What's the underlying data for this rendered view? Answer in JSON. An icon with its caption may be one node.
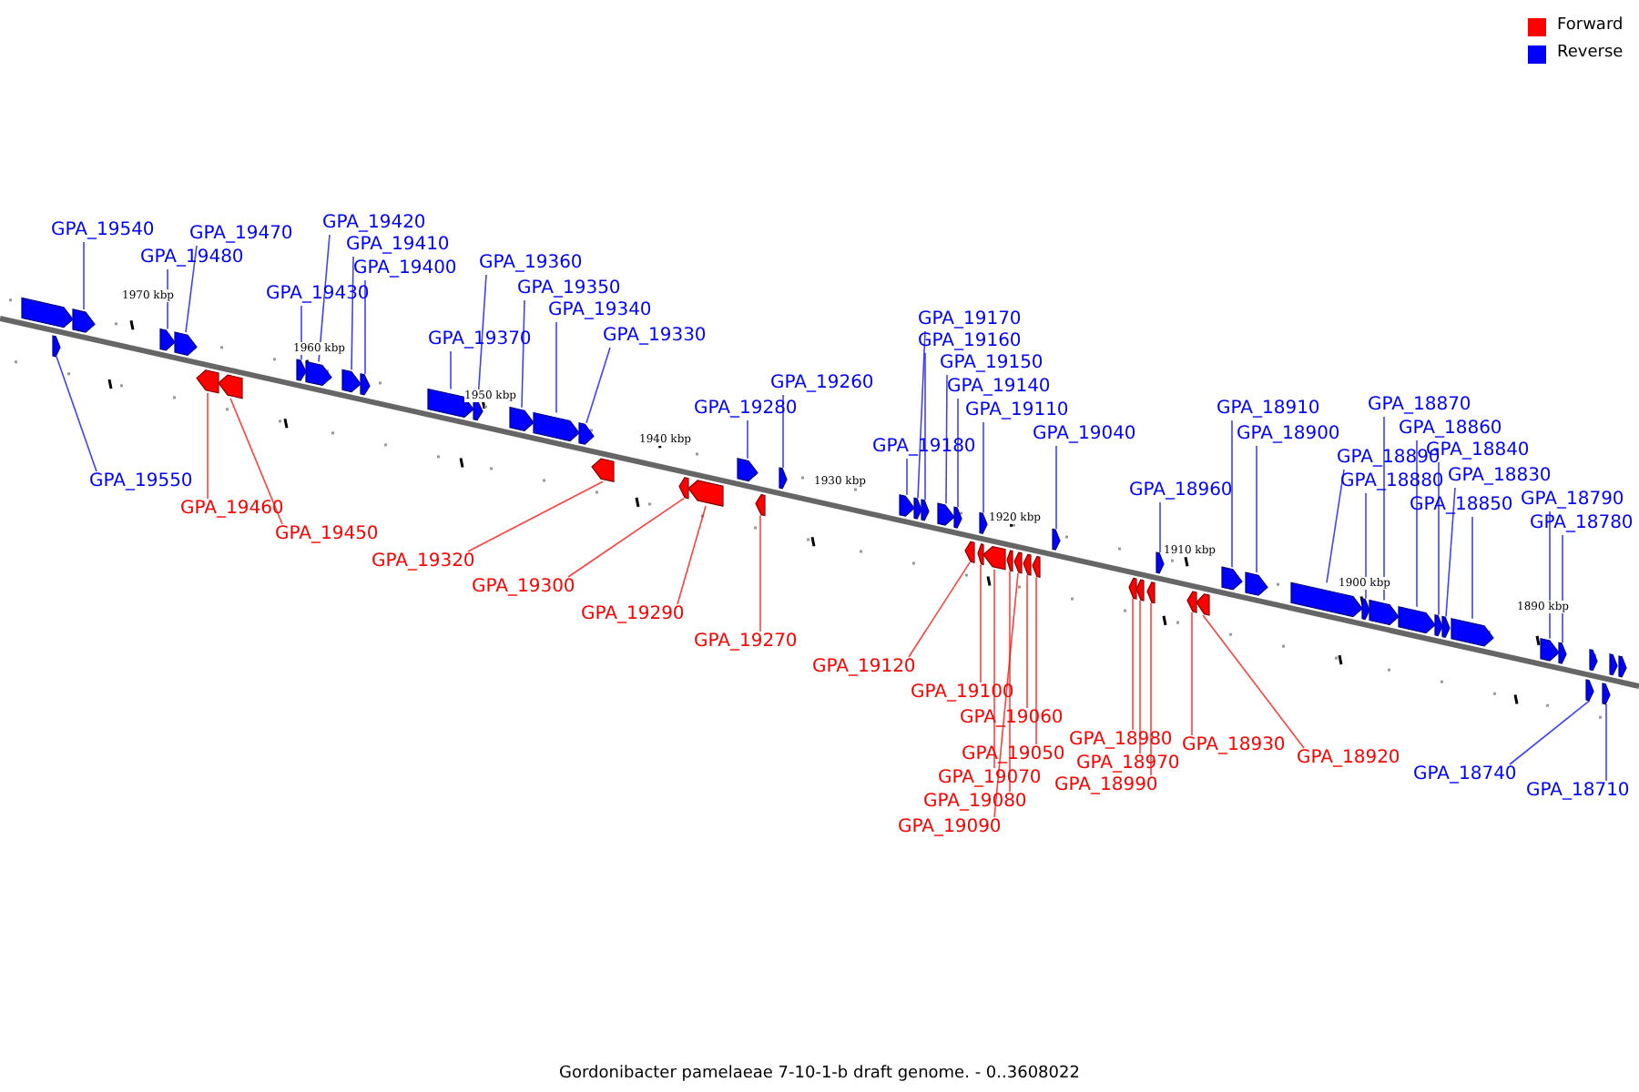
{
  "diagram": {
    "caption": "Gordonibacter pamelaeae 7-10-1-b draft genome. - 0..3608022",
    "nodes": [
      {
        "text": [
          "GPA_19540"
        ]
      },
      {
        "text": [
          "GPA_19480"
        ]
      },
      {
        "text": [
          "GPA_19470"
        ]
      },
      {
        "text": [
          "GPA_19420"
        ]
      },
      {
        "text": [
          "GPA_19410"
        ]
      },
      {
        "text": [
          "GPA_19400"
        ]
      },
      {
        "text": [
          "GPA_19430"
        ]
      },
      {
        "text": [
          "GPA_19360"
        ]
      },
      {
        "text": [
          "GPA_19350"
        ]
      },
      {
        "text": [
          "GPA_19340"
        ]
      },
      {
        "text": [
          "GPA_19330"
        ]
      },
      {
        "text": [
          "GPA_19370"
        ]
      },
      {
        "text": [
          "GPA_19550"
        ]
      },
      {
        "text": [
          "GPA_19280"
        ]
      },
      {
        "text": [
          "GPA_19260"
        ]
      },
      {
        "text": [
          "GPA_19170"
        ]
      },
      {
        "text": [
          "GPA_19160"
        ]
      },
      {
        "text": [
          "GPA_19150"
        ]
      },
      {
        "text": [
          "GPA_19140"
        ]
      },
      {
        "text": [
          "GPA_19110"
        ]
      },
      {
        "text": [
          "GPA_19180"
        ]
      },
      {
        "text": [
          "GPA_19040"
        ]
      },
      {
        "text": [
          "GPA_18960"
        ]
      },
      {
        "text": [
          "GPA_18910"
        ]
      },
      {
        "text": [
          "GPA_18900"
        ]
      },
      {
        "text": [
          "GPA_18890"
        ]
      },
      {
        "text": [
          "GPA_18880"
        ]
      },
      {
        "text": [
          "GPA_18870"
        ]
      },
      {
        "text": [
          "GPA_18860"
        ]
      },
      {
        "text": [
          "GPA_18840"
        ]
      },
      {
        "text": [
          "GPA_18830"
        ]
      },
      {
        "text": [
          "GPA_18850"
        ]
      },
      {
        "text": [
          "GPA_18790"
        ]
      },
      {
        "text": [
          "GPA_18780"
        ]
      },
      {
        "text": [
          "GPA_18740"
        ]
      },
      {
        "text": [
          "GPA_18710"
        ]
      },
      {
        "text": [
          "GPA_19460"
        ]
      },
      {
        "text": [
          "GPA_19450"
        ]
      },
      {
        "text": [
          "GPA_19320"
        ]
      },
      {
        "text": [
          "GPA_19300"
        ]
      },
      {
        "text": [
          "GPA_19290"
        ]
      },
      {
        "text": [
          "GPA_19270"
        ]
      },
      {
        "text": [
          "GPA_19120"
        ]
      },
      {
        "text": [
          "GPA_19100"
        ]
      },
      {
        "text": [
          "GPA_19060"
        ]
      },
      {
        "text": [
          "GPA_19050"
        ]
      },
      {
        "text": [
          "GPA_19070"
        ]
      },
      {
        "text": [
          "GPA_19080"
        ]
      },
      {
        "text": [
          "GPA_19090"
        ]
      },
      {
        "text": [
          "GPA_18980"
        ]
      },
      {
        "text": [
          "GPA_18970"
        ]
      },
      {
        "text": [
          "GPA_18990"
        ]
      },
      {
        "text": [
          "GPA_18930"
        ]
      },
      {
        "text": [
          "GPA_18920"
        ]
      },
      {
        "text": [],
        "shape": "pentagon"
      },
      {
        "text": [],
        "shape": "pentagon"
      },
      {
        "text": [],
        "shape": "pentagon"
      },
      {
        "text": [],
        "shape": "pentagon"
      },
      {
        "text": [],
        "shape": "pentagon"
      },
      {
        "text": [],
        "shape": "pentagon"
      },
      {
        "text": [],
        "shape": "pentagon"
      },
      {
        "text": [],
        "shape": "pentagon"
      },
      {
        "text": [],
        "shape": "pentagon"
      },
      {
        "text": [],
        "shape": "pentagon"
      },
      {
        "text": [],
        "shape": "pentagon"
      },
      {
        "text": [],
        "shape": "pentagon"
      },
      {
        "text": [],
        "shape": "pentagon"
      },
      {
        "text": [],
        "shape": "pentagon"
      },
      {
        "text": [],
        "shape": "pentagon"
      },
      {
        "text": [],
        "shape": "pentagon"
      },
      {
        "text": [],
        "shape": "pentagon"
      },
      {
        "text": [],
        "shape": "pentagon"
      },
      {
        "text": [],
        "shape": "pentagon"
      },
      {
        "text": [],
        "shape": "pentagon"
      },
      {
        "text": [],
        "shape": "pentagon"
      },
      {
        "text": [],
        "shape": "pentagon"
      },
      {
        "text": [],
        "shape": "pentagon"
      },
      {
        "text": [],
        "shape": "pentagon"
      },
      {
        "text": [],
        "shape": "pentagon"
      },
      {
        "text": [],
        "shape": "pentagon"
      },
      {
        "text": [],
        "shape": "pentagon"
      },
      {
        "text": [],
        "shape": "pentagon"
      },
      {
        "text": [],
        "shape": "pentagon"
      },
      {
        "text": [],
        "shape": "pentagon"
      },
      {
        "text": [],
        "shape": "pentagon"
      },
      {
        "text": [],
        "shape": "pentagon"
      },
      {
        "text": [],
        "shape": "pentagon"
      },
      {
        "text": [],
        "shape": "pentagon"
      },
      {
        "text": [],
        "shape": "pentagon"
      },
      {
        "text": [],
        "shape": "pentagon"
      },
      {
        "text": [],
        "shape": "pentagon"
      },
      {
        "text": [],
        "shape": "pentagon"
      },
      {
        "text": [],
        "shape": "pentagon"
      },
      {
        "text": [],
        "shape": "pentagon"
      },
      {
        "text": [],
        "shape": "pentagon"
      },
      {
        "text": [],
        "shape": "pentagon"
      },
      {
        "text": [],
        "shape": "pentagon"
      },
      {
        "text": [],
        "shape": "pentagon"
      },
      {
        "text": [],
        "shape": "pentagon"
      },
      {
        "text": [],
        "shape": "pentagon"
      },
      {
        "text": [],
        "shape": "pentagon"
      },
      {
        "text": [],
        "shape": "pentagon"
      },
      {
        "text": [],
        "shape": "pentagon"
      },
      {
        "text": [],
        "shape": "pentagon"
      },
      {
        "text": [],
        "shape": "pentagon"
      },
      {
        "text": [],
        "shape": "pentagon"
      },
      {
        "text": [],
        "shape": "pentagon"
      },
      {
        "text": [],
        "shape": "pentagon"
      },
      {
        "text": [],
        "shape": "pentagon"
      },
      {
        "text": [],
        "shape": "pentagon"
      },
      {
        "text": [],
        "shape": "pentagon"
      },
      {
        "text": [],
        "shape": "pentagon"
      }
    ],
    "edges": [
      {
        "from": 0,
        "to": 55,
        "arrow": "none"
      },
      {
        "from": 1,
        "to": 56,
        "arrow": "none"
      },
      {
        "from": 2,
        "to": 57,
        "arrow": "none"
      },
      {
        "from": 3,
        "to": 61,
        "arrow": "none"
      },
      {
        "from": 4,
        "to": 62,
        "arrow": "none"
      },
      {
        "from": 5,
        "to": 63,
        "arrow": "none"
      },
      {
        "from": 6,
        "to": 60,
        "arrow": "none"
      },
      {
        "from": 7,
        "to": 65,
        "arrow": "none"
      },
      {
        "from": 8,
        "to": 66,
        "arrow": "none"
      },
      {
        "from": 9,
        "to": 67,
        "arrow": "none"
      },
      {
        "from": 10,
        "to": 68,
        "arrow": "none"
      },
      {
        "from": 11,
        "to": 64,
        "arrow": "none"
      },
      {
        "from": 12,
        "to": 54,
        "arrow": "none"
      },
      {
        "from": 13,
        "to": 72,
        "arrow": "none"
      },
      {
        "from": 14,
        "to": 74,
        "arrow": "none"
      },
      {
        "from": 15,
        "to": 76,
        "arrow": "none"
      },
      {
        "from": 16,
        "to": 77,
        "arrow": "none"
      },
      {
        "from": 17,
        "to": 78,
        "arrow": "none"
      },
      {
        "from": 18,
        "to": 79,
        "arrow": "none"
      },
      {
        "from": 19,
        "to": 82,
        "arrow": "none"
      },
      {
        "from": 20,
        "to": 75,
        "arrow": "none"
      },
      {
        "from": 21,
        "to": 88,
        "arrow": "none"
      },
      {
        "from": 22,
        "to": 92,
        "arrow": "none"
      },
      {
        "from": 23,
        "to": 95,
        "arrow": "none"
      },
      {
        "from": 24,
        "to": 96,
        "arrow": "none"
      },
      {
        "from": 25,
        "to": 97,
        "arrow": "none"
      },
      {
        "from": 26,
        "to": 98,
        "arrow": "none"
      },
      {
        "from": 27,
        "to": 99,
        "arrow": "none"
      },
      {
        "from": 28,
        "to": 100,
        "arrow": "none"
      },
      {
        "from": 29,
        "to": 101,
        "arrow": "none"
      },
      {
        "from": 30,
        "to": 102,
        "arrow": "none"
      },
      {
        "from": 31,
        "to": 103,
        "arrow": "none"
      },
      {
        "from": 32,
        "to": 104,
        "arrow": "none"
      },
      {
        "from": 33,
        "to": 105,
        "arrow": "none"
      },
      {
        "from": 34,
        "to": 106,
        "arrow": "none"
      },
      {
        "from": 35,
        "to": 107,
        "arrow": "none"
      },
      {
        "from": 36,
        "to": 58,
        "arrow": "none",
        "color": "#ff0000"
      },
      {
        "from": 37,
        "to": 59,
        "arrow": "none",
        "color": "#ff0000"
      },
      {
        "from": 38,
        "to": 69,
        "arrow": "none",
        "color": "#ff0000"
      },
      {
        "from": 39,
        "to": 70,
        "arrow": "none",
        "color": "#ff0000"
      },
      {
        "from": 40,
        "to": 71,
        "arrow": "none",
        "color": "#ff0000"
      },
      {
        "from": 41,
        "to": 73,
        "arrow": "none",
        "color": "#ff0000"
      },
      {
        "from": 42,
        "to": 80,
        "arrow": "none",
        "color": "#ff0000"
      },
      {
        "from": 43,
        "to": 81,
        "arrow": "none",
        "color": "#ff0000"
      },
      {
        "from": 44,
        "to": 86,
        "arrow": "none",
        "color": "#ff0000"
      },
      {
        "from": 45,
        "to": 87,
        "arrow": "none",
        "color": "#ff0000"
      },
      {
        "from": 46,
        "to": 83,
        "arrow": "none",
        "color": "#ff0000"
      },
      {
        "from": 47,
        "to": 84,
        "arrow": "none",
        "color": "#ff0000"
      },
      {
        "from": 48,
        "to": 85,
        "arrow": "none",
        "color": "#ff0000"
      },
      {
        "from": 49,
        "to": 89,
        "arrow": "none",
        "color": "#ff0000"
      },
      {
        "from": 50,
        "to": 90,
        "arrow": "none",
        "color": "#ff0000"
      },
      {
        "from": 51,
        "to": 91,
        "arrow": "none",
        "color": "#ff0000"
      },
      {
        "from": 52,
        "to": 93,
        "arrow": "none",
        "color": "#ff0000"
      },
      {
        "from": 53,
        "to": 94,
        "arrow": "none",
        "color": "#ff0000"
      }
    ],
    "labels": [
      "1970 kbp",
      "1960 kbp",
      "1950 kbp",
      "1940 kbp",
      "1930 kbp",
      "1920 kbp",
      "1910 kbp",
      "1900 kbp",
      "1890 kbp"
    ],
    "legend": [
      {
        "text": "Forward",
        "color": "#ff0000"
      },
      {
        "text": "Reverse",
        "color": "#0000ff"
      }
    ]
  }
}
